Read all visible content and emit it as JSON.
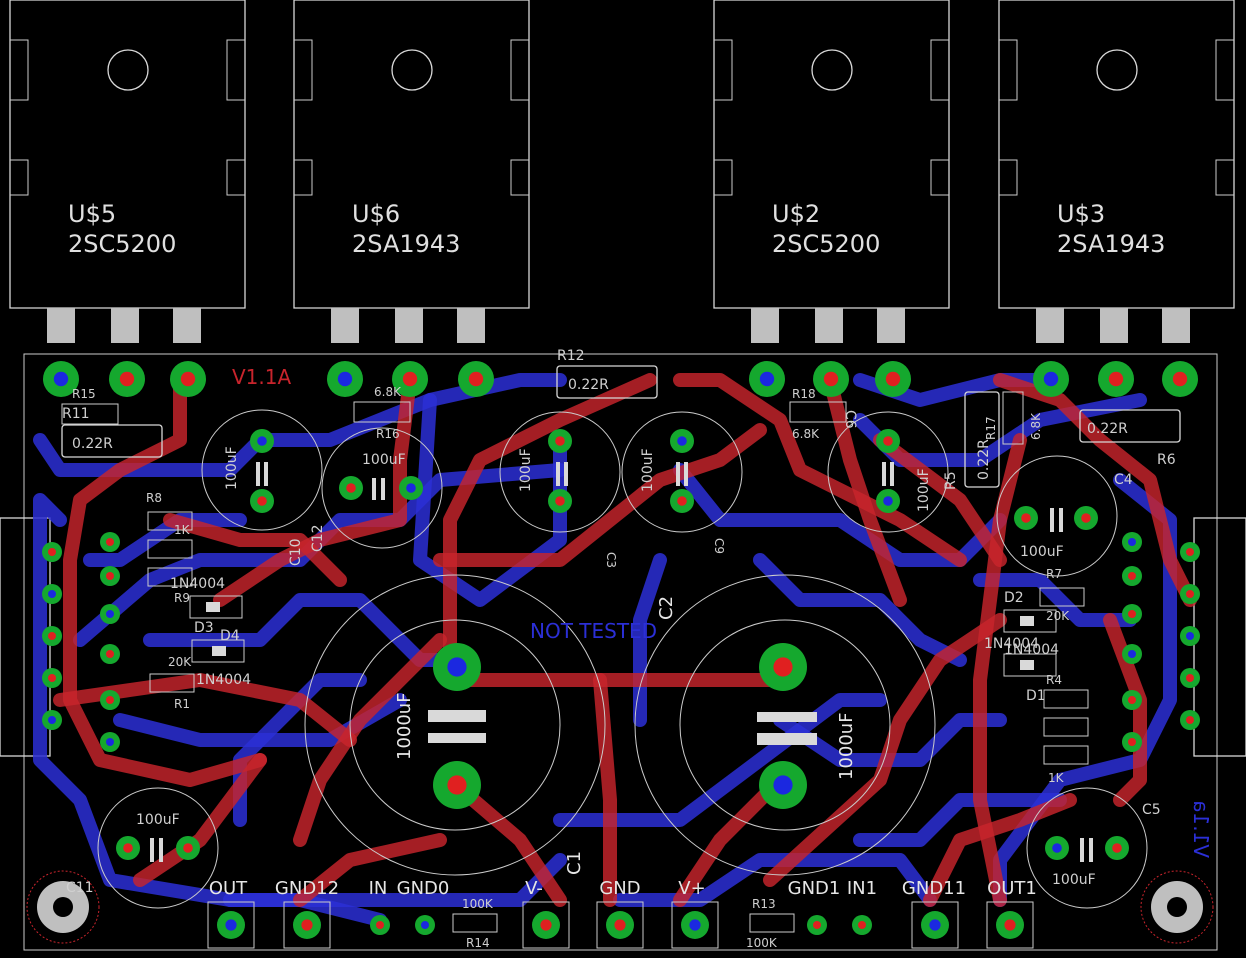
{
  "transistors": [
    {
      "ref": "U$5",
      "part": "2SC5200"
    },
    {
      "ref": "U$6",
      "part": "2SA1943"
    },
    {
      "ref": "U$2",
      "part": "2SC5200"
    },
    {
      "ref": "U$3",
      "part": "2SA1943"
    }
  ],
  "resistors": {
    "r12": {
      "ref": "R12",
      "value": "0.22R"
    },
    "r11": {
      "ref": "R11",
      "value": "0.22R"
    },
    "r6": {
      "ref": "R6",
      "value": "0.22R"
    },
    "r5": {
      "ref": "R5",
      "value": "0.22R"
    },
    "r15": "R15",
    "r16": {
      "ref": "R16",
      "value": "6.8K"
    },
    "r18": {
      "ref": "R18",
      "value": "6.8K"
    },
    "r17": {
      "ref": "R17",
      "value": "6.8K"
    },
    "r8": "R8",
    "r9": "R9",
    "r1": {
      "ref": "R1",
      "value": "20K"
    },
    "r7": {
      "ref": "R7",
      "value": "20K"
    },
    "r4": "R4",
    "r13": {
      "ref": "R13",
      "value": "100K"
    },
    "r14": {
      "ref": "R14",
      "value": "100K"
    },
    "r1k_left": "1K",
    "r1k_right": "1K"
  },
  "capacitors": {
    "c1": {
      "ref": "C1",
      "value": "1000uF"
    },
    "c2": {
      "ref": "C2",
      "value": "1000uF"
    },
    "c3": {
      "ref": "C3",
      "value": "100uF"
    },
    "c9": {
      "ref": "C9",
      "value": "100uF"
    },
    "c4": {
      "ref": "C4",
      "value": "100uF"
    },
    "c5": {
      "ref": "C5",
      "value": "100uF"
    },
    "c6": {
      "ref": "C6",
      "value": "100uF"
    },
    "c10": {
      "ref": "C10",
      "value": "100uF"
    },
    "c12": {
      "ref": "C12",
      "value": "100uF"
    },
    "c11": {
      "ref": "C11",
      "value": "100uF"
    }
  },
  "diodes": {
    "d1": {
      "ref": "D1",
      "value": "1N4004"
    },
    "d2": {
      "ref": "D2",
      "value": "1N4004"
    },
    "d3": {
      "ref": "D3",
      "value": "1N4004"
    },
    "d4": {
      "ref": "D4",
      "value": "1N4004"
    }
  },
  "connectors": [
    "OUT",
    "GND12",
    "IN",
    "GND0",
    "V-",
    "GND",
    "V+",
    "GND1",
    "IN1",
    "GND11",
    "OUT1"
  ],
  "silkscreen": {
    "version_top": "V1.1A",
    "version_bottom": "V1.1a",
    "not_tested": "NOT TESTED"
  },
  "colors": {
    "background": "#000000",
    "top_copper": "#c8242c",
    "bottom_copper": "#2b2fd6",
    "pad": "#15a82e",
    "silkscreen": "#d9d9d9",
    "pin": "#bfbfbf"
  }
}
